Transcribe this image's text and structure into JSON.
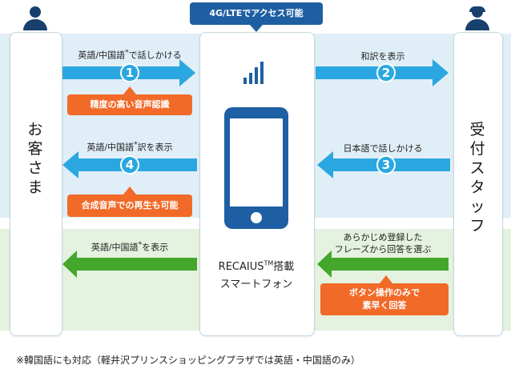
{
  "top_callout": "4G/LTEでアクセス可能",
  "left_label": "お客さま",
  "right_label": "受付スタッフ",
  "device": {
    "line1_main": "RECAIUS",
    "line1_sup": "TM",
    "line1_tail": "搭載",
    "line2": "スマートフォン"
  },
  "steps": [
    {
      "number": "1",
      "label": "英語/中国語",
      "label_tail": "で話しかける"
    },
    {
      "number": "2",
      "label": "和訳を表示"
    },
    {
      "number": "3",
      "label": "日本語で話しかける"
    },
    {
      "number": "4",
      "label": "英語/中国語",
      "label_tail": "訳を表示"
    }
  ],
  "asterisk": "*",
  "green_right_label_1": "あらかじめ登録した",
  "green_right_label_2": "フレーズから回答を選ぶ",
  "green_left_label": "英語/中国語",
  "green_left_label_tail": "を表示",
  "notes": {
    "recognition": "精度の高い音声認識",
    "playback": "合成音声での再生も可能",
    "button_line1": "ボタン操作のみで",
    "button_line2": "素早く回答"
  },
  "footnote": "※韓国語にも対応（軽井沢プリンスショッピングプラザでは英語・中国語のみ）",
  "colors": {
    "blue_arrow": "#2aa7e0",
    "green_arrow": "#44a62a",
    "orange_note": "#f26a28",
    "navy": "#1e5fa3",
    "phone": "#1e5fa3"
  }
}
